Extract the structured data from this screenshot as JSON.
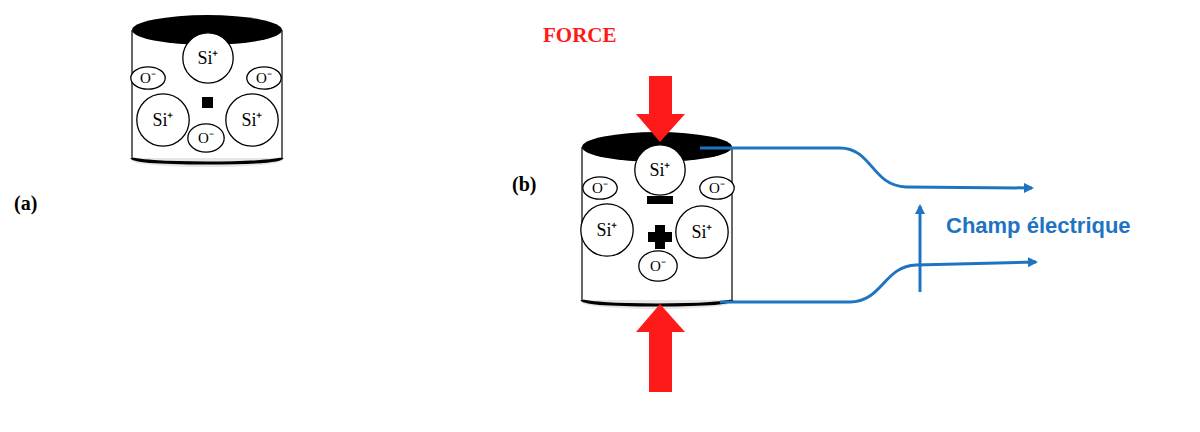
{
  "diagram": {
    "nodes": [
      {
        "text": [
          "Si⁺"
        ]
      },
      {
        "text": [
          "O⁻"
        ]
      },
      {
        "text": [
          "O⁻"
        ]
      },
      {
        "text": [
          "Si⁺"
        ]
      },
      {
        "text": [
          "Si⁺"
        ]
      },
      {
        "text": [
          "O⁻"
        ]
      },
      {
        "text": [
          "Si⁺"
        ]
      },
      {
        "text": [
          "O⁻"
        ]
      },
      {
        "text": [
          "O⁻"
        ]
      },
      {
        "text": [
          "Si⁺"
        ]
      },
      {
        "text": [
          "Si⁺"
        ]
      },
      {
        "text": [
          "O⁻"
        ]
      }
    ],
    "labels": [
      "(a)",
      "FORCE",
      "(b)",
      "Champ électrique"
    ]
  }
}
